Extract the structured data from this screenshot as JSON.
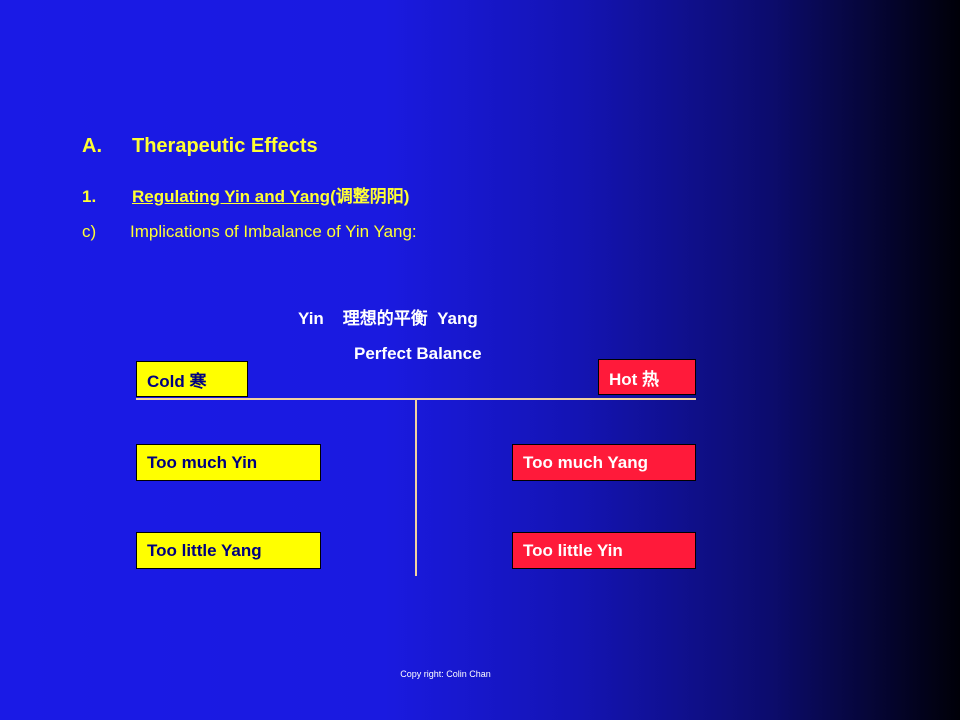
{
  "heading": {
    "section_number": "A.",
    "section_title": "Therapeutic Effects"
  },
  "subheading": {
    "number": "1.",
    "title": "Regulating Yin and Yang",
    "chinese": " (调整阴阳)"
  },
  "subpoint": {
    "letter": "c)",
    "text": "Implications of Imbalance of Yin Yang:"
  },
  "diagram": {
    "top_label": "Yin    理想的平衡  Yang",
    "balance_label": "Perfect Balance",
    "cold_label": "Cold 寒",
    "hot_label": "Hot 热",
    "too_much_yin": "Too much Yin",
    "too_much_yang": "Too much Yang",
    "too_little_yang": "Too little Yang",
    "too_little_yin": "Too little Yin",
    "colors": {
      "yellow_box": "#ffff00",
      "red_box": "#ff1a3a",
      "heading_text": "#ffff33",
      "line": "#f2d2a0"
    }
  },
  "footer": {
    "copyright": "Copy right: Colin Chan"
  }
}
